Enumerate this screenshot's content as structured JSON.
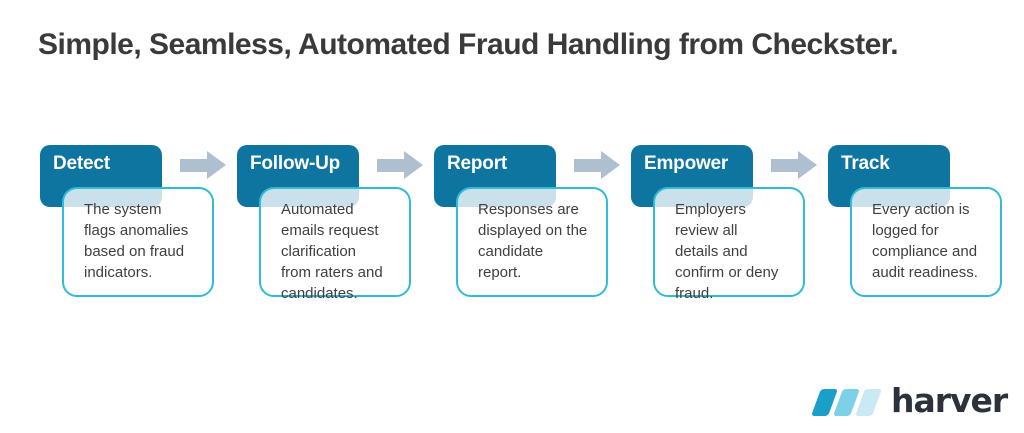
{
  "title": "Simple, Seamless, Automated Fraud Handling from Checkster.",
  "steps": [
    {
      "label": "Detect",
      "description": "The system\nflags anomalies\nbased on fraud\nindicators."
    },
    {
      "label": "Follow-Up",
      "description": "Automated\nemails request\nclarification\nfrom raters and\ncandidates."
    },
    {
      "label": "Report",
      "description": "Responses are\ndisplayed on the\ncandidate\nreport."
    },
    {
      "label": "Empower",
      "description": "Employers\nreview all\ndetails and\nconfirm or deny\nfraud."
    },
    {
      "label": "Track",
      "description": "Every action is\nlogged for\ncompliance and\naudit readiness."
    }
  ],
  "logo": {
    "wordmark": "harver",
    "mark_icon": "harver-triple-stripe-icon"
  },
  "colors": {
    "step_header_bg": "#0e74a0",
    "step_header_text": "#ffffff",
    "card_border": "#2fbcd4",
    "card_bg_overlap_tint": "#cde1ea",
    "arrow": "#aec0d0",
    "title_text": "#3a3a3a",
    "body_text": "#3f3f3f",
    "logo_text": "#2b323c",
    "logo_stripe_1": "#189fca",
    "logo_stripe_2": "#7ed0e6",
    "logo_stripe_3": "#c9eaf5",
    "background": "#ffffff"
  }
}
